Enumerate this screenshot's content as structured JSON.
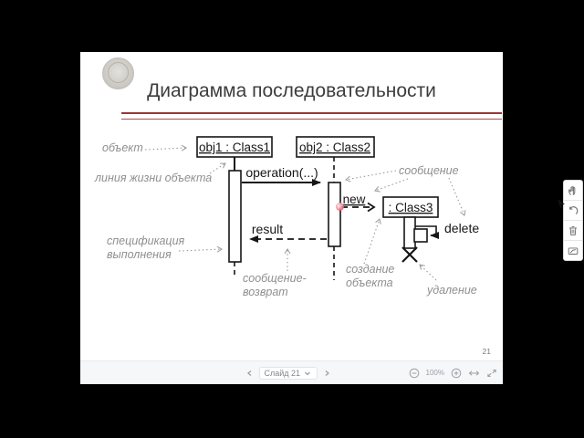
{
  "slide": {
    "title": "Диаграмма последовательности",
    "page_number": "21"
  },
  "diagram": {
    "objects": [
      {
        "label": "obj1 : Class1"
      },
      {
        "label": "obj2 : Class2"
      },
      {
        "label": ": Class3"
      }
    ],
    "messages": {
      "operation": "operation(...)",
      "result": "result",
      "new": "new",
      "delete": "delete"
    },
    "annotations": {
      "object": "объект",
      "lifeline": "линия жизни объекта",
      "execution_spec_line1": "спецификация",
      "execution_spec_line2": "выполнения",
      "return_message_line1": "сообщение-",
      "return_message_line2": "возврат",
      "message": "сообщение",
      "creation_line1": "создание",
      "creation_line2": "объекта",
      "deletion": "удаление"
    }
  },
  "toolbar": {
    "slide_nav_label": "Слайд 21",
    "zoom_level": "100%"
  },
  "side_palette": {
    "icons": [
      "hand-tool",
      "undo",
      "trash",
      "annotate-line"
    ]
  },
  "colors": {
    "accent_red": "#9c3434",
    "annotation_gray": "#8f8f8f",
    "toolbar_gray": "#98a1ab",
    "pointer_pink": "#e8566e"
  }
}
